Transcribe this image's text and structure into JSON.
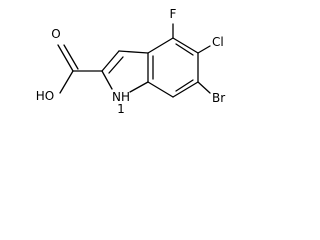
{
  "molecule": {
    "atom_labels": {
      "fluorine": "F",
      "chlorine": "Cl",
      "bromine": "Br",
      "hydroxyl": "HO",
      "carbonyl_oxygen": "O",
      "nh": "NH",
      "nh_locant": "1"
    },
    "colors": {
      "bond": "#000000",
      "label": "#000000",
      "background": "#ffffff"
    }
  }
}
